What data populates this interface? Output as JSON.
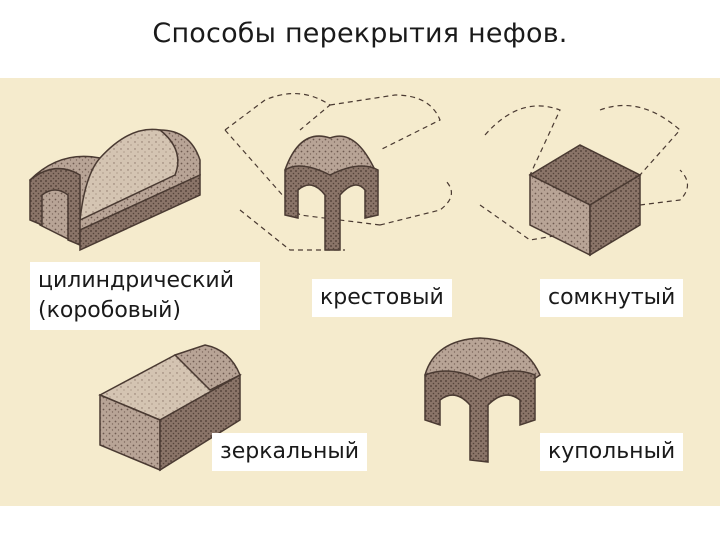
{
  "title": "Способы перекрытия нефов.",
  "vaults": [
    {
      "id": "cylindrical",
      "label_line1": "цилиндрический",
      "label_line2": "(коробовый)"
    },
    {
      "id": "cross",
      "label": "крестовый"
    },
    {
      "id": "cloister",
      "label": "сомкнутый"
    },
    {
      "id": "mirror",
      "label": "зеркальный"
    },
    {
      "id": "dome",
      "label": "купольный"
    }
  ],
  "colors": {
    "plate": "#f5ebcd",
    "ink": "#4a3a32",
    "shade_dark": "#8a7468",
    "shade_light": "#c9b8a8",
    "label_bg": "#ffffff"
  }
}
